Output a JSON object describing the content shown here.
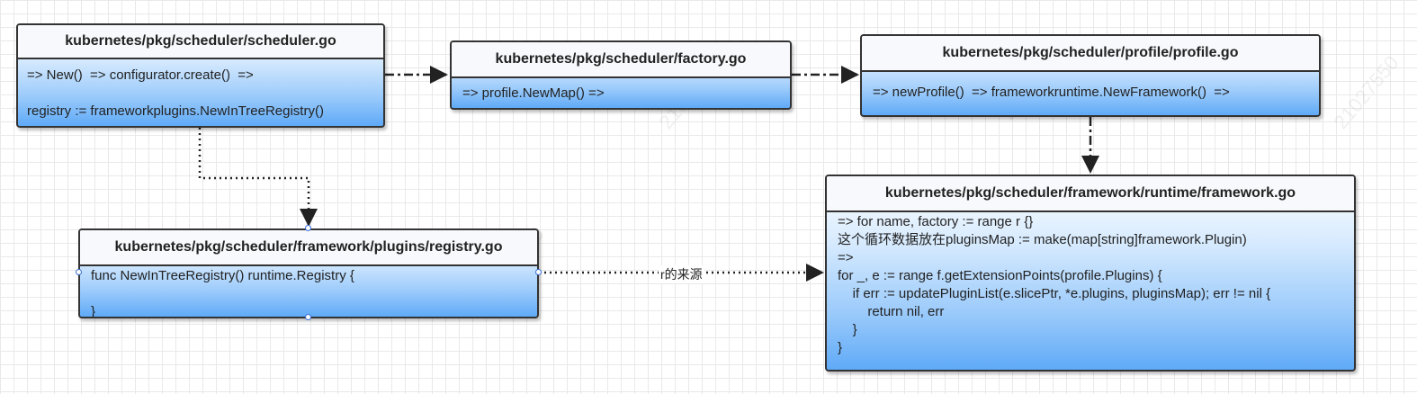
{
  "watermark": "21027550",
  "nodes": {
    "scheduler": {
      "title": "kubernetes/pkg/scheduler/scheduler.go",
      "body": "=> New()  => configurator.create()  =>\n\nregistry := frameworkplugins.NewInTreeRegistry()"
    },
    "factory": {
      "title": "kubernetes/pkg/scheduler/factory.go",
      "body": "=> profile.NewMap() =>"
    },
    "profile": {
      "title": "kubernetes/pkg/scheduler/profile/profile.go",
      "body": "=> newProfile()  => frameworkruntime.NewFramework()  =>"
    },
    "registry": {
      "title": "kubernetes/pkg/scheduler/framework/plugins/registry.go",
      "body": "func NewInTreeRegistry() runtime.Registry {\n\n}"
    },
    "framework": {
      "title": "kubernetes/pkg/scheduler/framework/runtime/framework.go",
      "body": "=> for name, factory := range r {}\n这个循环数据放在pluginsMap := make(map[string]framework.Plugin)\n=>\nfor _, e := range f.getExtensionPoints(profile.Plugins) {\n    if err := updatePluginList(e.slicePtr, *e.plugins, pluginsMap); err != nil {\n        return nil, err\n    }\n}"
    }
  },
  "edges": {
    "registry_to_framework_label": "r的来源"
  },
  "colors": {
    "border": "#333333",
    "fill_top": "#ffffff",
    "fill_bottom": "#5faaf7",
    "port": "#3a6fd8"
  }
}
